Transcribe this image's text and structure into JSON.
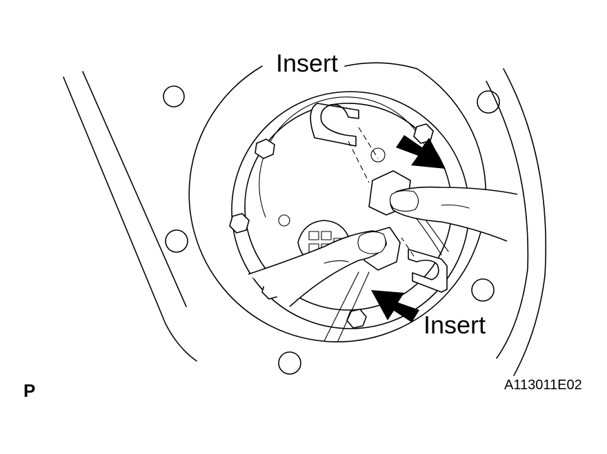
{
  "labels": {
    "insert_top": "Insert",
    "insert_bottom": "Insert",
    "view_marker": "P",
    "figure_code": "A113011E02"
  },
  "icons": {
    "arrow_upper": "arrow-down-right-icon",
    "arrow_lower": "arrow-up-left-icon"
  }
}
